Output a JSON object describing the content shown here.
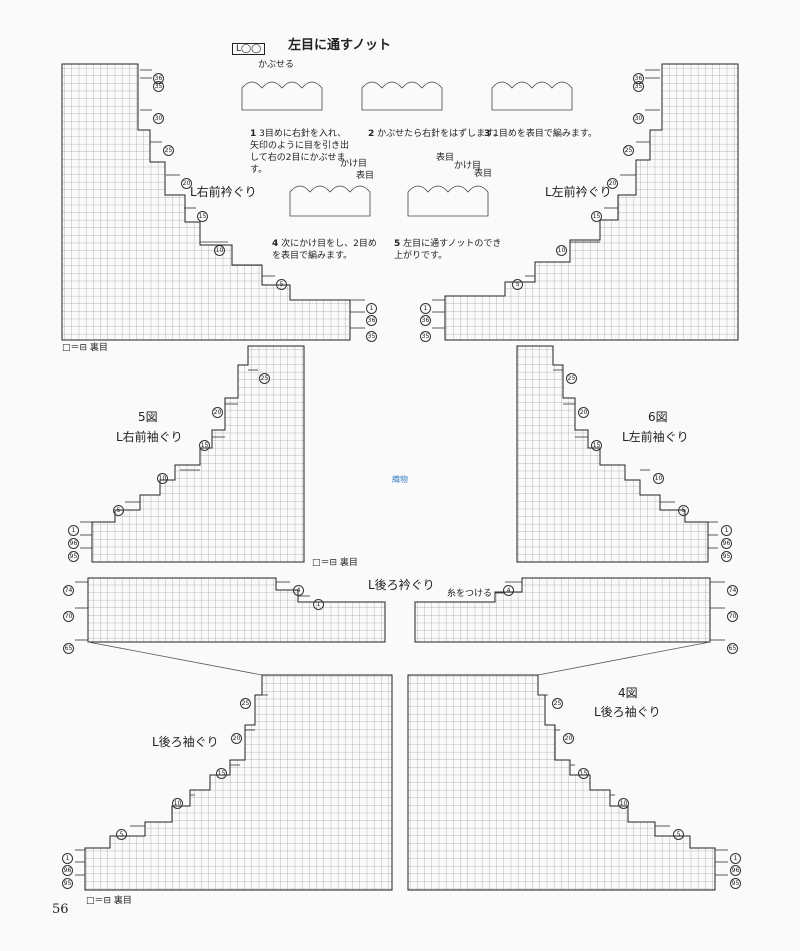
{
  "header": {
    "symbol": "L◯◯",
    "title": "左目に通すノット"
  },
  "steps": [
    {
      "num": "1",
      "text": "3目めに右針を入れ、矢印のように目を引き出して右の2目にかぶせます。",
      "label": "かぶせる"
    },
    {
      "num": "2",
      "text": "かぶせたら右針をはずします。"
    },
    {
      "num": "3",
      "text": "1目めを表目で編みます。"
    },
    {
      "num": "4",
      "text": "次にかけ目をし、2目めを表目で編みます。",
      "label1": "かけ目",
      "label2": "表目"
    },
    {
      "num": "5",
      "text": "左目に通すノットのでき上がりです。",
      "label1": "表目",
      "label2": "かけ目",
      "label3": "表目"
    }
  ],
  "charts": {
    "r_front_neck": {
      "title": "L右前衿ぐり"
    },
    "l_front_neck": {
      "title": "L左前衿ぐり"
    },
    "fig5": {
      "fig": "5図",
      "title": "L右前袖ぐり"
    },
    "fig6": {
      "fig": "6図",
      "title": "L左前袖ぐり"
    },
    "back_neck": {
      "title": "L後ろ衿ぐり",
      "note": "糸をつける"
    },
    "back_arm_left": {
      "title": "L後ろ袖ぐり"
    },
    "fig4": {
      "fig": "4図",
      "title": "L後ろ袖ぐり"
    }
  },
  "legend": {
    "symbol": "□＝⊟",
    "text": "裏目"
  },
  "row_numbers": {
    "n1": "1",
    "n4": "4",
    "n5": "5",
    "n10": "10",
    "n15": "15",
    "n20": "20",
    "n25": "25",
    "n30": "30",
    "n35": "35",
    "n36": "36",
    "n65": "65",
    "n70": "70",
    "n74": "74",
    "n95": "95",
    "n96": "96"
  },
  "page_number": "56",
  "watermark": "織物"
}
